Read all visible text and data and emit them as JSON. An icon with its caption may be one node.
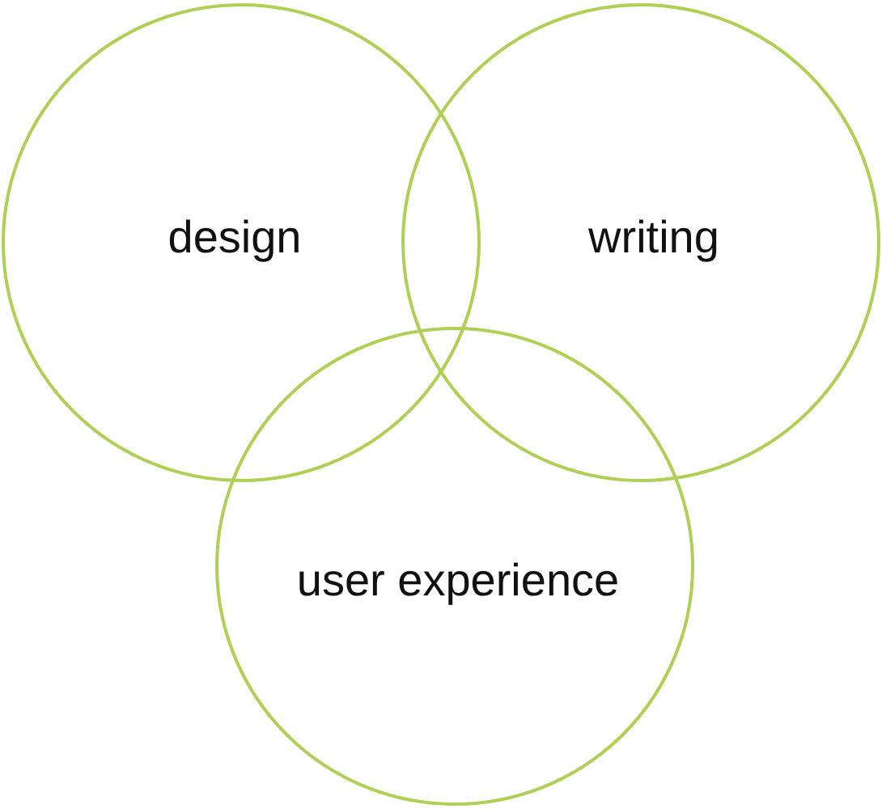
{
  "diagram": {
    "nodes": [
      {
        "text": [
          "design"
        ]
      },
      {
        "text": [
          "writing"
        ]
      },
      {
        "text": [
          "user experience"
        ]
      }
    ]
  }
}
